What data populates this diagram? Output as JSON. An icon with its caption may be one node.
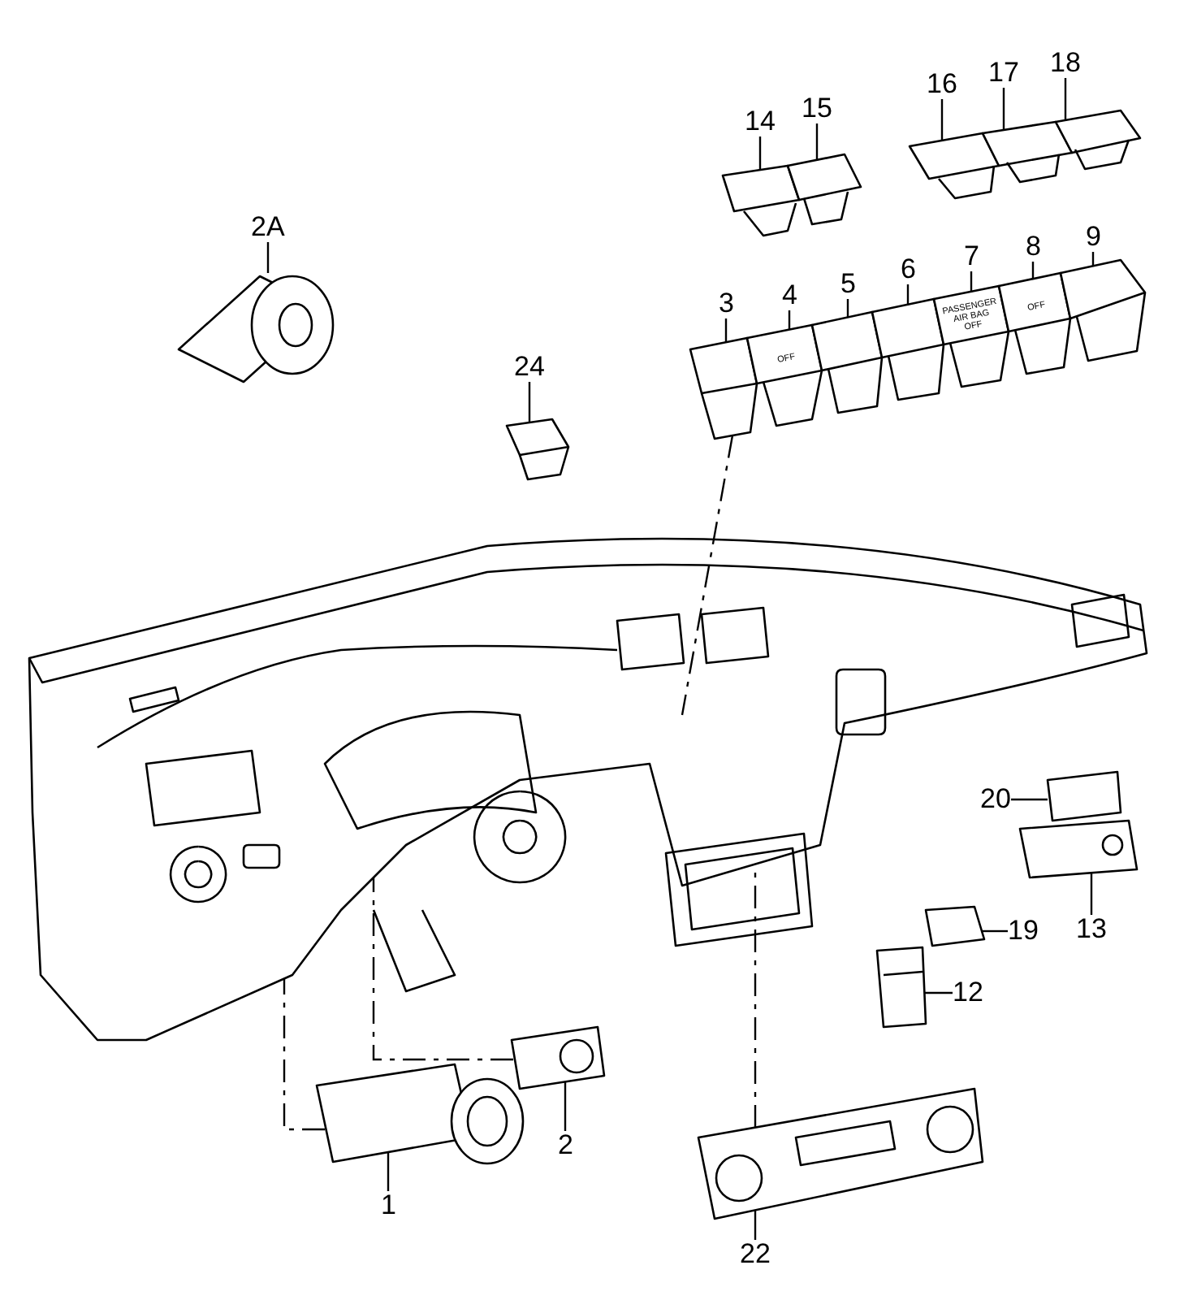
{
  "diagram": {
    "nodes": [
      {
        "text": [
          "2A"
        ]
      },
      {
        "text": [
          "14"
        ]
      },
      {
        "text": [
          "15"
        ]
      },
      {
        "text": [
          "16"
        ]
      },
      {
        "text": [
          "17"
        ]
      },
      {
        "text": [
          "18"
        ]
      },
      {
        "text": [
          "3"
        ]
      },
      {
        "text": [
          "4"
        ]
      },
      {
        "text": [
          "5"
        ]
      },
      {
        "text": [
          "6"
        ]
      },
      {
        "text": [
          "7"
        ]
      },
      {
        "text": [
          "8"
        ]
      },
      {
        "text": [
          "9"
        ]
      },
      {
        "text": [
          "24"
        ]
      },
      {
        "text": [
          "20"
        ]
      },
      {
        "text": [
          "13"
        ]
      },
      {
        "text": [
          "19"
        ]
      },
      {
        "text": [
          "12"
        ]
      },
      {
        "text": [
          "2"
        ]
      },
      {
        "text": [
          "1"
        ]
      },
      {
        "text": [
          "22"
        ]
      },
      {
        "text": [],
        "shape": "picture"
      },
      {
        "text": [],
        "shape": "picture"
      },
      {
        "text": [],
        "shape": "picture"
      },
      {
        "text": [],
        "shape": "picture"
      },
      {
        "text": [],
        "shape": "picture"
      },
      {
        "text": [],
        "shape": "picture"
      },
      {
        "text": [],
        "shape": "picture"
      },
      {
        "text": [
          "OFF"
        ]
      },
      {
        "text": [],
        "shape": "picture"
      },
      {
        "text": [],
        "shape": "picture"
      },
      {
        "text": [
          "PASSENGER AIR BAG OFF"
        ]
      },
      {
        "text": [
          "OFF"
        ]
      },
      {
        "text": [],
        "shape": "picture"
      },
      {
        "text": [],
        "shape": "picture"
      },
      {
        "text": [],
        "shape": "box"
      },
      {
        "text": [],
        "shape": "picture"
      },
      {
        "text": [],
        "shape": "picture"
      },
      {
        "text": [],
        "shape": "picture"
      },
      {
        "text": [],
        "shape": "picture"
      },
      {
        "text": [],
        "shape": "picture"
      },
      {
        "text": [],
        "shape": "picture"
      },
      {
        "text": [],
        "shape": "picture"
      }
    ],
    "edges": [
      {
        "from": 0,
        "to": 21,
        "arrow": "none"
      },
      {
        "from": 1,
        "to": 22,
        "arrow": "none"
      },
      {
        "from": 2,
        "to": 23,
        "arrow": "none"
      },
      {
        "from": 3,
        "to": 24,
        "arrow": "none"
      },
      {
        "from": 4,
        "to": 25,
        "arrow": "none"
      },
      {
        "from": 5,
        "to": 26,
        "arrow": "none"
      },
      {
        "from": 6,
        "to": 27,
        "arrow": "none"
      },
      {
        "from": 7,
        "to": 28,
        "arrow": "none"
      },
      {
        "from": 8,
        "to": 29,
        "arrow": "none"
      },
      {
        "from": 9,
        "to": 30,
        "arrow": "none"
      },
      {
        "from": 10,
        "to": 31,
        "arrow": "none"
      },
      {
        "from": 11,
        "to": 32,
        "arrow": "none"
      },
      {
        "from": 12,
        "to": 33,
        "arrow": "none"
      },
      {
        "from": 13,
        "to": 34,
        "arrow": "none"
      },
      {
        "from": 14,
        "to": 35,
        "arrow": "none"
      },
      {
        "from": 15,
        "to": 36,
        "arrow": "none"
      },
      {
        "from": 16,
        "to": 37,
        "arrow": "none"
      },
      {
        "from": 17,
        "to": 38,
        "arrow": "none"
      },
      {
        "from": 18,
        "to": 39,
        "arrow": "none"
      },
      {
        "from": 19,
        "to": 40,
        "arrow": "none"
      },
      {
        "from": 20,
        "to": 41,
        "arrow": "none"
      },
      {
        "from": 27,
        "to": 42,
        "arrow": "none",
        "style": "dashed"
      },
      {
        "from": 41,
        "to": 42,
        "arrow": "none",
        "style": "dashed"
      },
      {
        "from": 39,
        "to": 42,
        "arrow": "none",
        "style": "dashed"
      },
      {
        "from": 40,
        "to": 42,
        "arrow": "none",
        "style": "dashed"
      }
    ]
  }
}
